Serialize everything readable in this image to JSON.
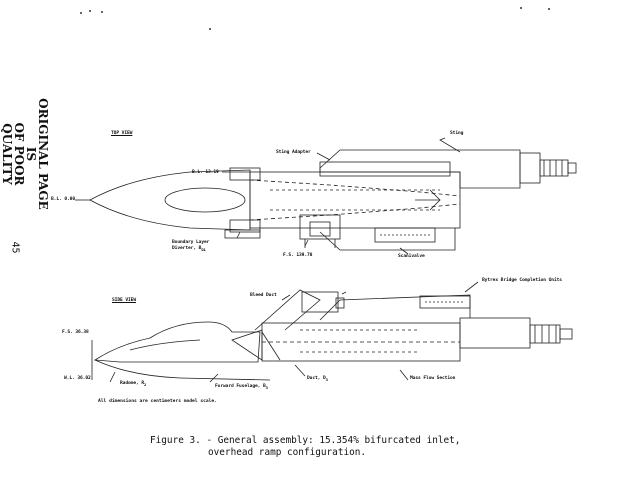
{
  "margin_stamp": [
    "ORIGINAL PAGE IS",
    "OF POOR QUALITY"
  ],
  "page_number": "45",
  "top_view": {
    "title": "TOP VIEW",
    "labels": {
      "sting": "Sting",
      "sting_adapter": "Sting Adapter",
      "bl_1319": "B.L. 13.19",
      "bl_000": "B.L. 0.00",
      "boundary_layer_1": "Boundary Layer",
      "boundary_layer_2": "Diverter, B",
      "boundary_layer_sub": "D1",
      "fs_139": "F.S. 139.70",
      "scanivalve": "Scanivalve"
    }
  },
  "side_view": {
    "title": "SIDE VIEW",
    "labels": {
      "fs_3638": "F.S. 36.38",
      "wl_3602": "W.L. 36.02",
      "bleed_duct": "Bleed Duct",
      "bytrex": "Bytrex Bridge Completion Units",
      "radome": "Radome, R",
      "radome_sub": "2",
      "forward_fuselage": "Forward Fuselage, B",
      "forward_fuselage_sub": "3",
      "duct": "Duct, D",
      "duct_sub": "3",
      "mass_flow": "Mass Flow Section"
    }
  },
  "dimension_note": "All dimensions are centimeters model scale.",
  "caption": {
    "line1": "Figure 3. - General assembly: 15.354% bifurcated inlet,",
    "line2": "overhead ramp configuration."
  }
}
